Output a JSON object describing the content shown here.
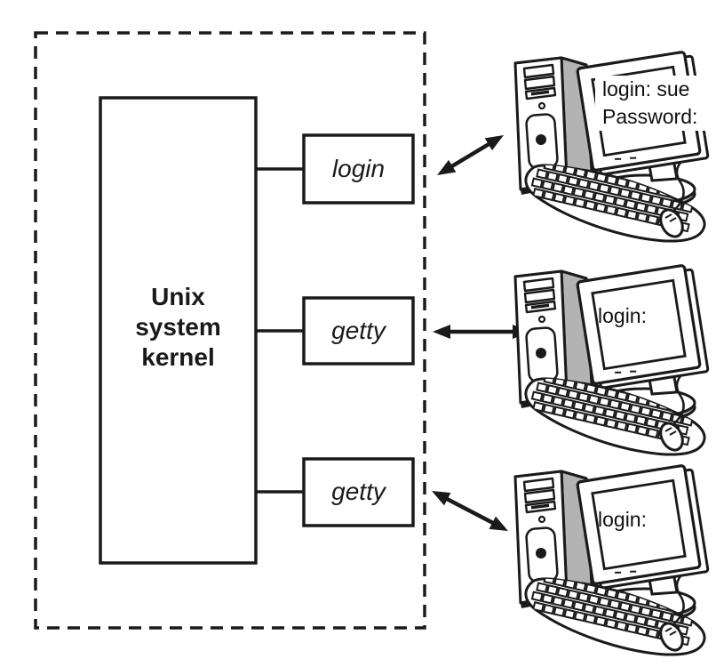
{
  "kernel": {
    "lines": [
      "Unix",
      "system",
      "kernel"
    ]
  },
  "processes": [
    {
      "label": "login"
    },
    {
      "label": "getty"
    },
    {
      "label": "getty"
    }
  ],
  "terminals": [
    {
      "icon": "desktop-computer-icon",
      "screen": {
        "line1": "login: sue",
        "line2": "Password:"
      }
    },
    {
      "icon": "desktop-computer-icon",
      "screen": {
        "line1": "login:"
      }
    },
    {
      "icon": "desktop-computer-icon",
      "screen": {
        "line1": "login:"
      }
    }
  ],
  "colors": {
    "ink": "#1a1a1a",
    "tower_side": "#b3b3b3",
    "paper": "#ffffff"
  }
}
